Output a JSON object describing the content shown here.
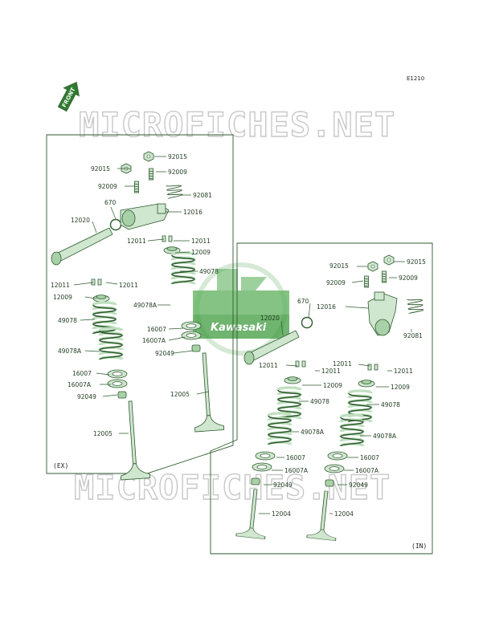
{
  "page_code": "E1210",
  "watermark_text": "MICROFICHES.NET",
  "logo_text": "Kawasaki",
  "front_label": "FRONT",
  "panels": {
    "exhaust": {
      "tag": "(EX)"
    },
    "intake": {
      "tag": "(IN)"
    }
  },
  "colors": {
    "line": "#2e5a2e",
    "part_fill": "#cfe6cf",
    "logo_green": "#1e8a1e",
    "watermark_gray": "#c8c8c8"
  },
  "exhaust_labels": [
    {
      "id": "ex-92015-a",
      "text": "92015"
    },
    {
      "id": "ex-92015-b",
      "text": "92015"
    },
    {
      "id": "ex-92009-a",
      "text": "92009"
    },
    {
      "id": "ex-92009-b",
      "text": "92009"
    },
    {
      "id": "ex-92081",
      "text": "92081"
    },
    {
      "id": "ex-670",
      "text": "670"
    },
    {
      "id": "ex-12016",
      "text": "12016"
    },
    {
      "id": "ex-12020",
      "text": "12020"
    },
    {
      "id": "ex-12011-a",
      "text": "12011"
    },
    {
      "id": "ex-12011-b",
      "text": "12011"
    },
    {
      "id": "ex-12009-a",
      "text": "12009"
    },
    {
      "id": "ex-49078-a",
      "text": "49078"
    },
    {
      "id": "ex-12011-c",
      "text": "12011"
    },
    {
      "id": "ex-12011-d",
      "text": "12011"
    },
    {
      "id": "ex-49078a-a",
      "text": "49078A"
    },
    {
      "id": "ex-12009-b",
      "text": "12009"
    },
    {
      "id": "ex-49078-b",
      "text": "49078"
    },
    {
      "id": "ex-16007-a",
      "text": "16007"
    },
    {
      "id": "ex-16007a-a",
      "text": "16007A"
    },
    {
      "id": "ex-92049-a",
      "text": "92049"
    },
    {
      "id": "ex-49078a-b",
      "text": "49078A"
    },
    {
      "id": "ex-16007-b",
      "text": "16007"
    },
    {
      "id": "ex-16007a-b",
      "text": "16007A"
    },
    {
      "id": "ex-12005-a",
      "text": "12005"
    },
    {
      "id": "ex-92049-b",
      "text": "92049"
    },
    {
      "id": "ex-12005-b",
      "text": "12005"
    }
  ],
  "intake_labels": [
    {
      "id": "in-92015-a",
      "text": "92015"
    },
    {
      "id": "in-92015-b",
      "text": "92015"
    },
    {
      "id": "in-92009-a",
      "text": "92009"
    },
    {
      "id": "in-92009-b",
      "text": "92009"
    },
    {
      "id": "in-670",
      "text": "670"
    },
    {
      "id": "in-12016",
      "text": "12016"
    },
    {
      "id": "in-12020",
      "text": "12020"
    },
    {
      "id": "in-92081",
      "text": "92081"
    },
    {
      "id": "in-12011-a",
      "text": "12011"
    },
    {
      "id": "in-12011-b",
      "text": "12011"
    },
    {
      "id": "in-12011-c",
      "text": "12011"
    },
    {
      "id": "in-12011-d",
      "text": "12011"
    },
    {
      "id": "in-12009-a",
      "text": "12009"
    },
    {
      "id": "in-12009-b",
      "text": "12009"
    },
    {
      "id": "in-49078-a",
      "text": "49078"
    },
    {
      "id": "in-49078-b",
      "text": "49078"
    },
    {
      "id": "in-49078a-a",
      "text": "49078A"
    },
    {
      "id": "in-49078a-b",
      "text": "49078A"
    },
    {
      "id": "in-16007-a",
      "text": "16007"
    },
    {
      "id": "in-16007-b",
      "text": "16007"
    },
    {
      "id": "in-16007a-a",
      "text": "16007A"
    },
    {
      "id": "in-16007a-b",
      "text": "16007A"
    },
    {
      "id": "in-92049-a",
      "text": "92049"
    },
    {
      "id": "in-92049-b",
      "text": "92049"
    },
    {
      "id": "in-12004-a",
      "text": "12004"
    },
    {
      "id": "in-12004-b",
      "text": "12004"
    }
  ]
}
